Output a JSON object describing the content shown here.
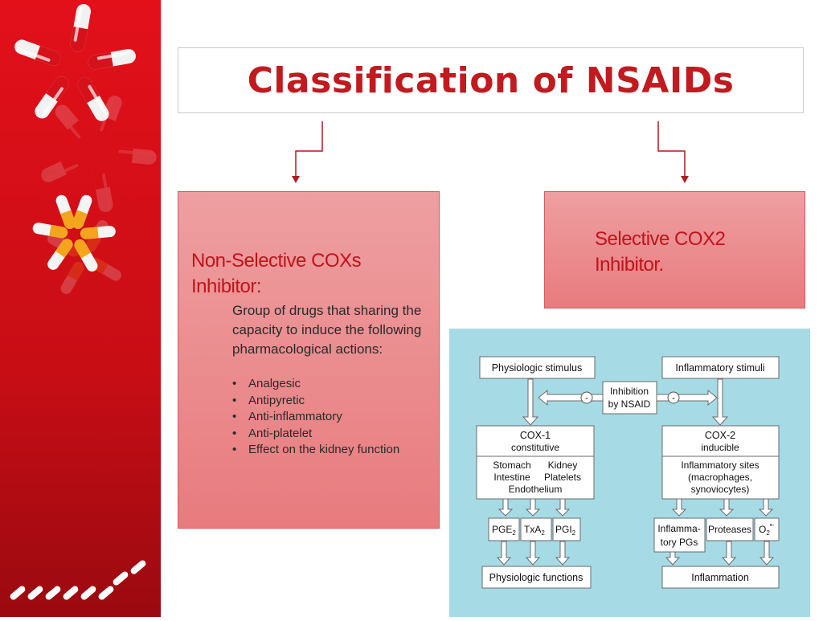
{
  "slide": {
    "title": "Classification of NSAIDs",
    "accent_color": "#c11a1f",
    "sidebar_color": "#e3101a"
  },
  "non_selective": {
    "heading_line1": "Non-Selective COXs",
    "heading_line2": "Inhibitor:",
    "description": "Group of drugs that sharing the capacity to induce the following pharmacological actions:",
    "actions": [
      "Analgesic",
      "Antipyretic",
      "Anti-inflammatory",
      "Anti-platelet",
      "Effect  on the kidney function"
    ]
  },
  "selective": {
    "heading_line1": "Selective COX2",
    "heading_line2": "Inhibitor."
  },
  "diagram": {
    "physiologic_stimulus": "Physiologic stimulus",
    "inflammatory_stimuli": "Inflammatory stimuli",
    "inhibition_line1": "Inhibition",
    "inhibition_line2": "by NSAID",
    "minus": "-",
    "cox1_title": "COX-1",
    "cox1_sub": "constitutive",
    "cox1_sites_line1_a": "Stomach",
    "cox1_sites_line1_b": "Kidney",
    "cox1_sites_line2_a": "Intestine",
    "cox1_sites_line2_b": "Platelets",
    "cox1_sites_line3": "Endothelium",
    "cox2_title": "COX-2",
    "cox2_sub": "inducible",
    "cox2_sites_line1": "Inflammatory sites",
    "cox2_sites_line2": "(macrophages,",
    "cox2_sites_line3": "synoviocytes)",
    "pge": "PGE",
    "pge_sub": "2",
    "txa": "TxA",
    "txa_sub": "2",
    "pgi": "PGI",
    "pgi_sub": "2",
    "inflam_pgs_line1": "Inflamma-",
    "inflam_pgs_line2": "tory PGs",
    "proteases": "Proteases",
    "o2": "O",
    "o2_sub": "2",
    "o2_sup": "•-",
    "physiologic_functions": "Physiologic functions",
    "inflammation": "Inflammation"
  }
}
